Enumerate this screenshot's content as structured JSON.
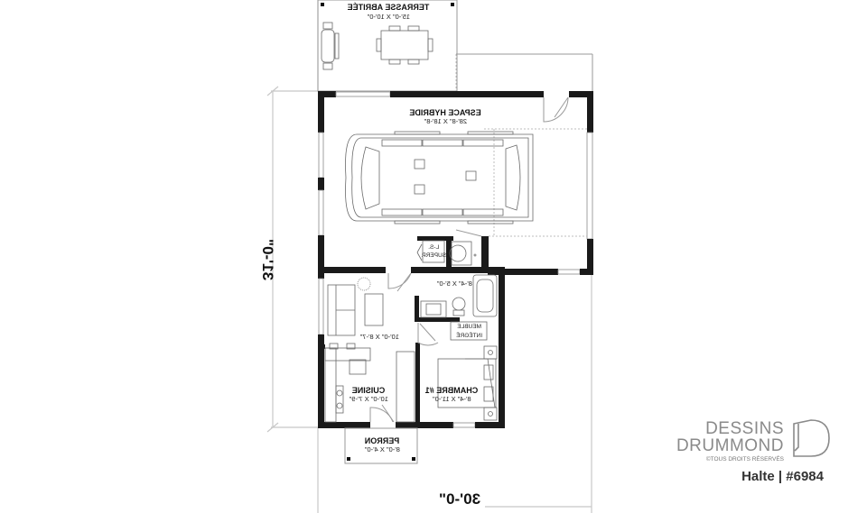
{
  "plan": {
    "mirrored": true,
    "overall_width": "30'-0\"",
    "overall_depth": "31'-0\"",
    "rooms": [
      {
        "id": "terrasse",
        "name": "TERRASSE ABRITÉE",
        "size": "15'-0\" X 10'-0\""
      },
      {
        "id": "espace",
        "name": "ESPACE HYBRIDE",
        "size": "28'-8\" X 18'-8\""
      },
      {
        "id": "salle-bain",
        "name": "",
        "size": "8'-4\" X 5'-0\""
      },
      {
        "id": "sejour",
        "name": "",
        "size": "10'-0\" X 8'-7\""
      },
      {
        "id": "cuisine",
        "name": "CUISINE",
        "size": "10'-0\" X 7'-9\""
      },
      {
        "id": "chambre",
        "name": "CHAMBRE #1",
        "size": "8'-4\" X 11'-0\""
      },
      {
        "id": "perron",
        "name": "PERRON",
        "size": "8'-0\" X 4'-0\""
      }
    ],
    "fixtures": {
      "laundry_line1": "L-S.",
      "laundry_line2": "SUPERP.",
      "cabinet_line1": "MEUBLE",
      "cabinet_line2": "INTÉGRÉ"
    }
  },
  "branding": {
    "logo_line1": "DESSINS",
    "logo_line2": "DRUMMOND",
    "rights": "©TOUS DROITS RÉSERVÉS",
    "model": "Halte | #6984"
  }
}
